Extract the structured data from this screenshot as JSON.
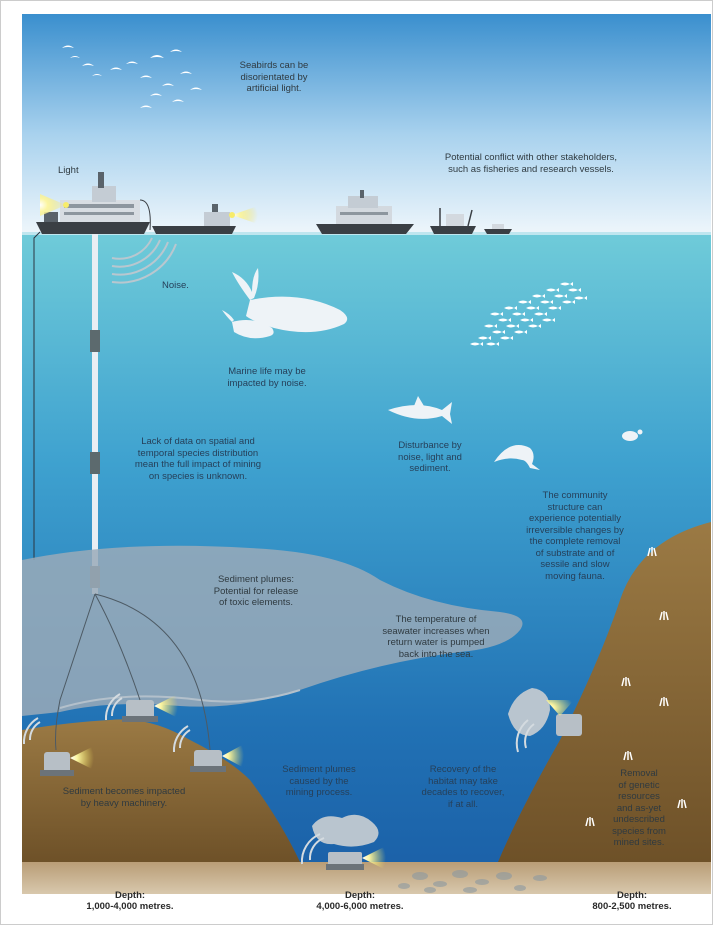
{
  "labels": {
    "seabirds": [
      "Seabirds can be",
      "disorientated by",
      "artificial light."
    ],
    "stakeholders": [
      "Potential conflict with other stakeholders,",
      "such as fisheries and research vessels."
    ],
    "light": "Light",
    "noise": "Noise.",
    "marine_life": [
      "Marine life may be",
      "impacted by noise."
    ],
    "lack_of_data": [
      "Lack of data on spatial and",
      "temporal species distribution",
      "mean the full impact of mining",
      "on species is unknown."
    ],
    "disturbance": [
      "Disturbance by",
      "noise, light and",
      "sediment."
    ],
    "community": [
      "The community",
      "structure can",
      "experience potentially",
      "irreversible changes by",
      "the complete removal",
      "of substrate and of",
      "sessile and slow",
      "moving fauna."
    ],
    "sediment_plumes": [
      "Sediment plumes:",
      "Potential for release",
      "of toxic elements."
    ],
    "temperature": [
      "The temperature of",
      "seawater increases when",
      "return water is pumped",
      "back into the sea."
    ],
    "sediment_impacted": [
      "Sediment becomes impacted",
      "by heavy machinery."
    ],
    "sediment_plume_caused": [
      "Sediment plumes",
      "caused by the",
      "mining process."
    ],
    "recovery": [
      "Recovery of the",
      "habitat may take",
      "decades to recover,",
      "if at all."
    ],
    "removal": [
      "Removal",
      "of genetic",
      "resources",
      "and as-yet",
      "undescribed",
      "species from",
      "mined sites."
    ],
    "depth1": [
      "Depth:",
      "1,000-4,000 metres."
    ],
    "depth2": [
      "Depth:",
      "4,000-6,000 metres."
    ],
    "depth3": [
      "Depth:",
      "800-2,500 metres."
    ]
  },
  "colors": {
    "sky_top": "#3a8fce",
    "sky_bottom": "#e9f3fa",
    "sea_top": "#6ccad8",
    "sea_bottom": "#1a62aa",
    "seabed": "#8a6a3c",
    "plume": "#9aaab8",
    "silhouette": "#e8f0f6"
  }
}
